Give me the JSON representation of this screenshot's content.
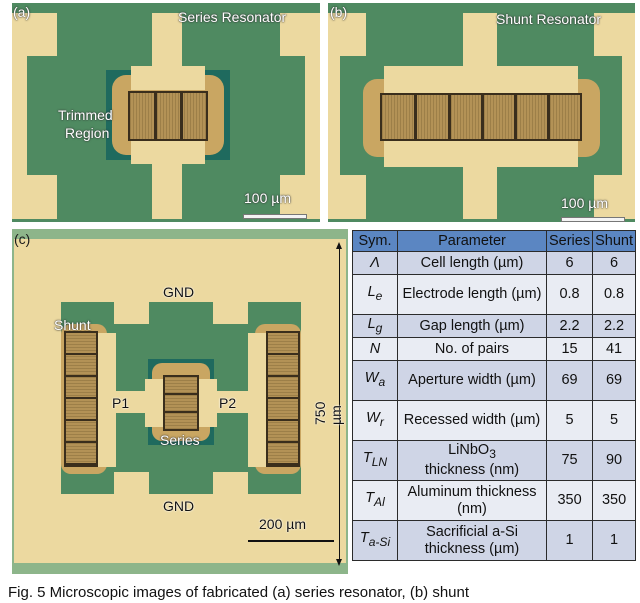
{
  "figure": {
    "panel_a": {
      "tag": "(a)",
      "title": "Series Resonator",
      "annotation": "Trimmed Region",
      "annotation_line1": "Trimmed",
      "annotation_line2": "Region",
      "scale_label": "100 µm"
    },
    "panel_b": {
      "tag": "(b)",
      "title": "Shunt Resonator",
      "scale_label": "100 µm"
    },
    "panel_c": {
      "tag": "(c)",
      "gnd_top": "GND",
      "gnd_bottom": "GND",
      "shunt_label": "Shunt",
      "series_label": "Series",
      "port1": "P1",
      "port2": "P2",
      "dimension_label": "750 µm",
      "scale_label": "200 µm"
    },
    "colors": {
      "substrate_green": "#4f8a61",
      "metal_gold": "#ecd9a0",
      "table_header_blue": "#5b86c2",
      "row_shade": "#cfd5e6",
      "row_light": "#e9ecf3"
    }
  },
  "table": {
    "headers": [
      "Sym.",
      "Parameter",
      "Series",
      "Shunt"
    ],
    "rows": [
      {
        "sym": "Λ",
        "param": "Cell length (µm)",
        "series": "6",
        "shunt": "6"
      },
      {
        "sym": "Le",
        "sym_base": "L",
        "sym_sub": "e",
        "param": "Electrode length (µm)",
        "series": "0.8",
        "shunt": "0.8"
      },
      {
        "sym": "Lg",
        "sym_base": "L",
        "sym_sub": "g",
        "param": "Gap length (µm)",
        "series": "2.2",
        "shunt": "2.2"
      },
      {
        "sym": "N",
        "param": "No. of pairs",
        "series": "15",
        "shunt": "41"
      },
      {
        "sym": "Wa",
        "sym_base": "W",
        "sym_sub": "a",
        "param": "Aperture width (µm)",
        "series": "69",
        "shunt": "69"
      },
      {
        "sym": "Wr",
        "sym_base": "W",
        "sym_sub": "r",
        "param": "Recessed width (µm)",
        "series": "5",
        "shunt": "5"
      },
      {
        "sym": "TLN",
        "sym_base": "T",
        "sym_sub": "LN",
        "param_line1": "LiNbO",
        "param_sub": "3",
        "param_line2": "thickness (nm)",
        "param": "LiNbO3 thickness (nm)",
        "series": "75",
        "shunt": "90"
      },
      {
        "sym": "TAl",
        "sym_base": "T",
        "sym_sub": "Al",
        "param": "Aluminum thickness (nm)",
        "series": "350",
        "shunt": "350"
      },
      {
        "sym": "Ta-Si",
        "sym_base": "T",
        "sym_sub": "a-Si",
        "param": "Sacrificial a-Si thickness (µm)",
        "series": "1",
        "shunt": "1"
      }
    ]
  },
  "caption": "Fig. 5 Microscopic images of fabricated (a) series resonator, (b) shunt"
}
